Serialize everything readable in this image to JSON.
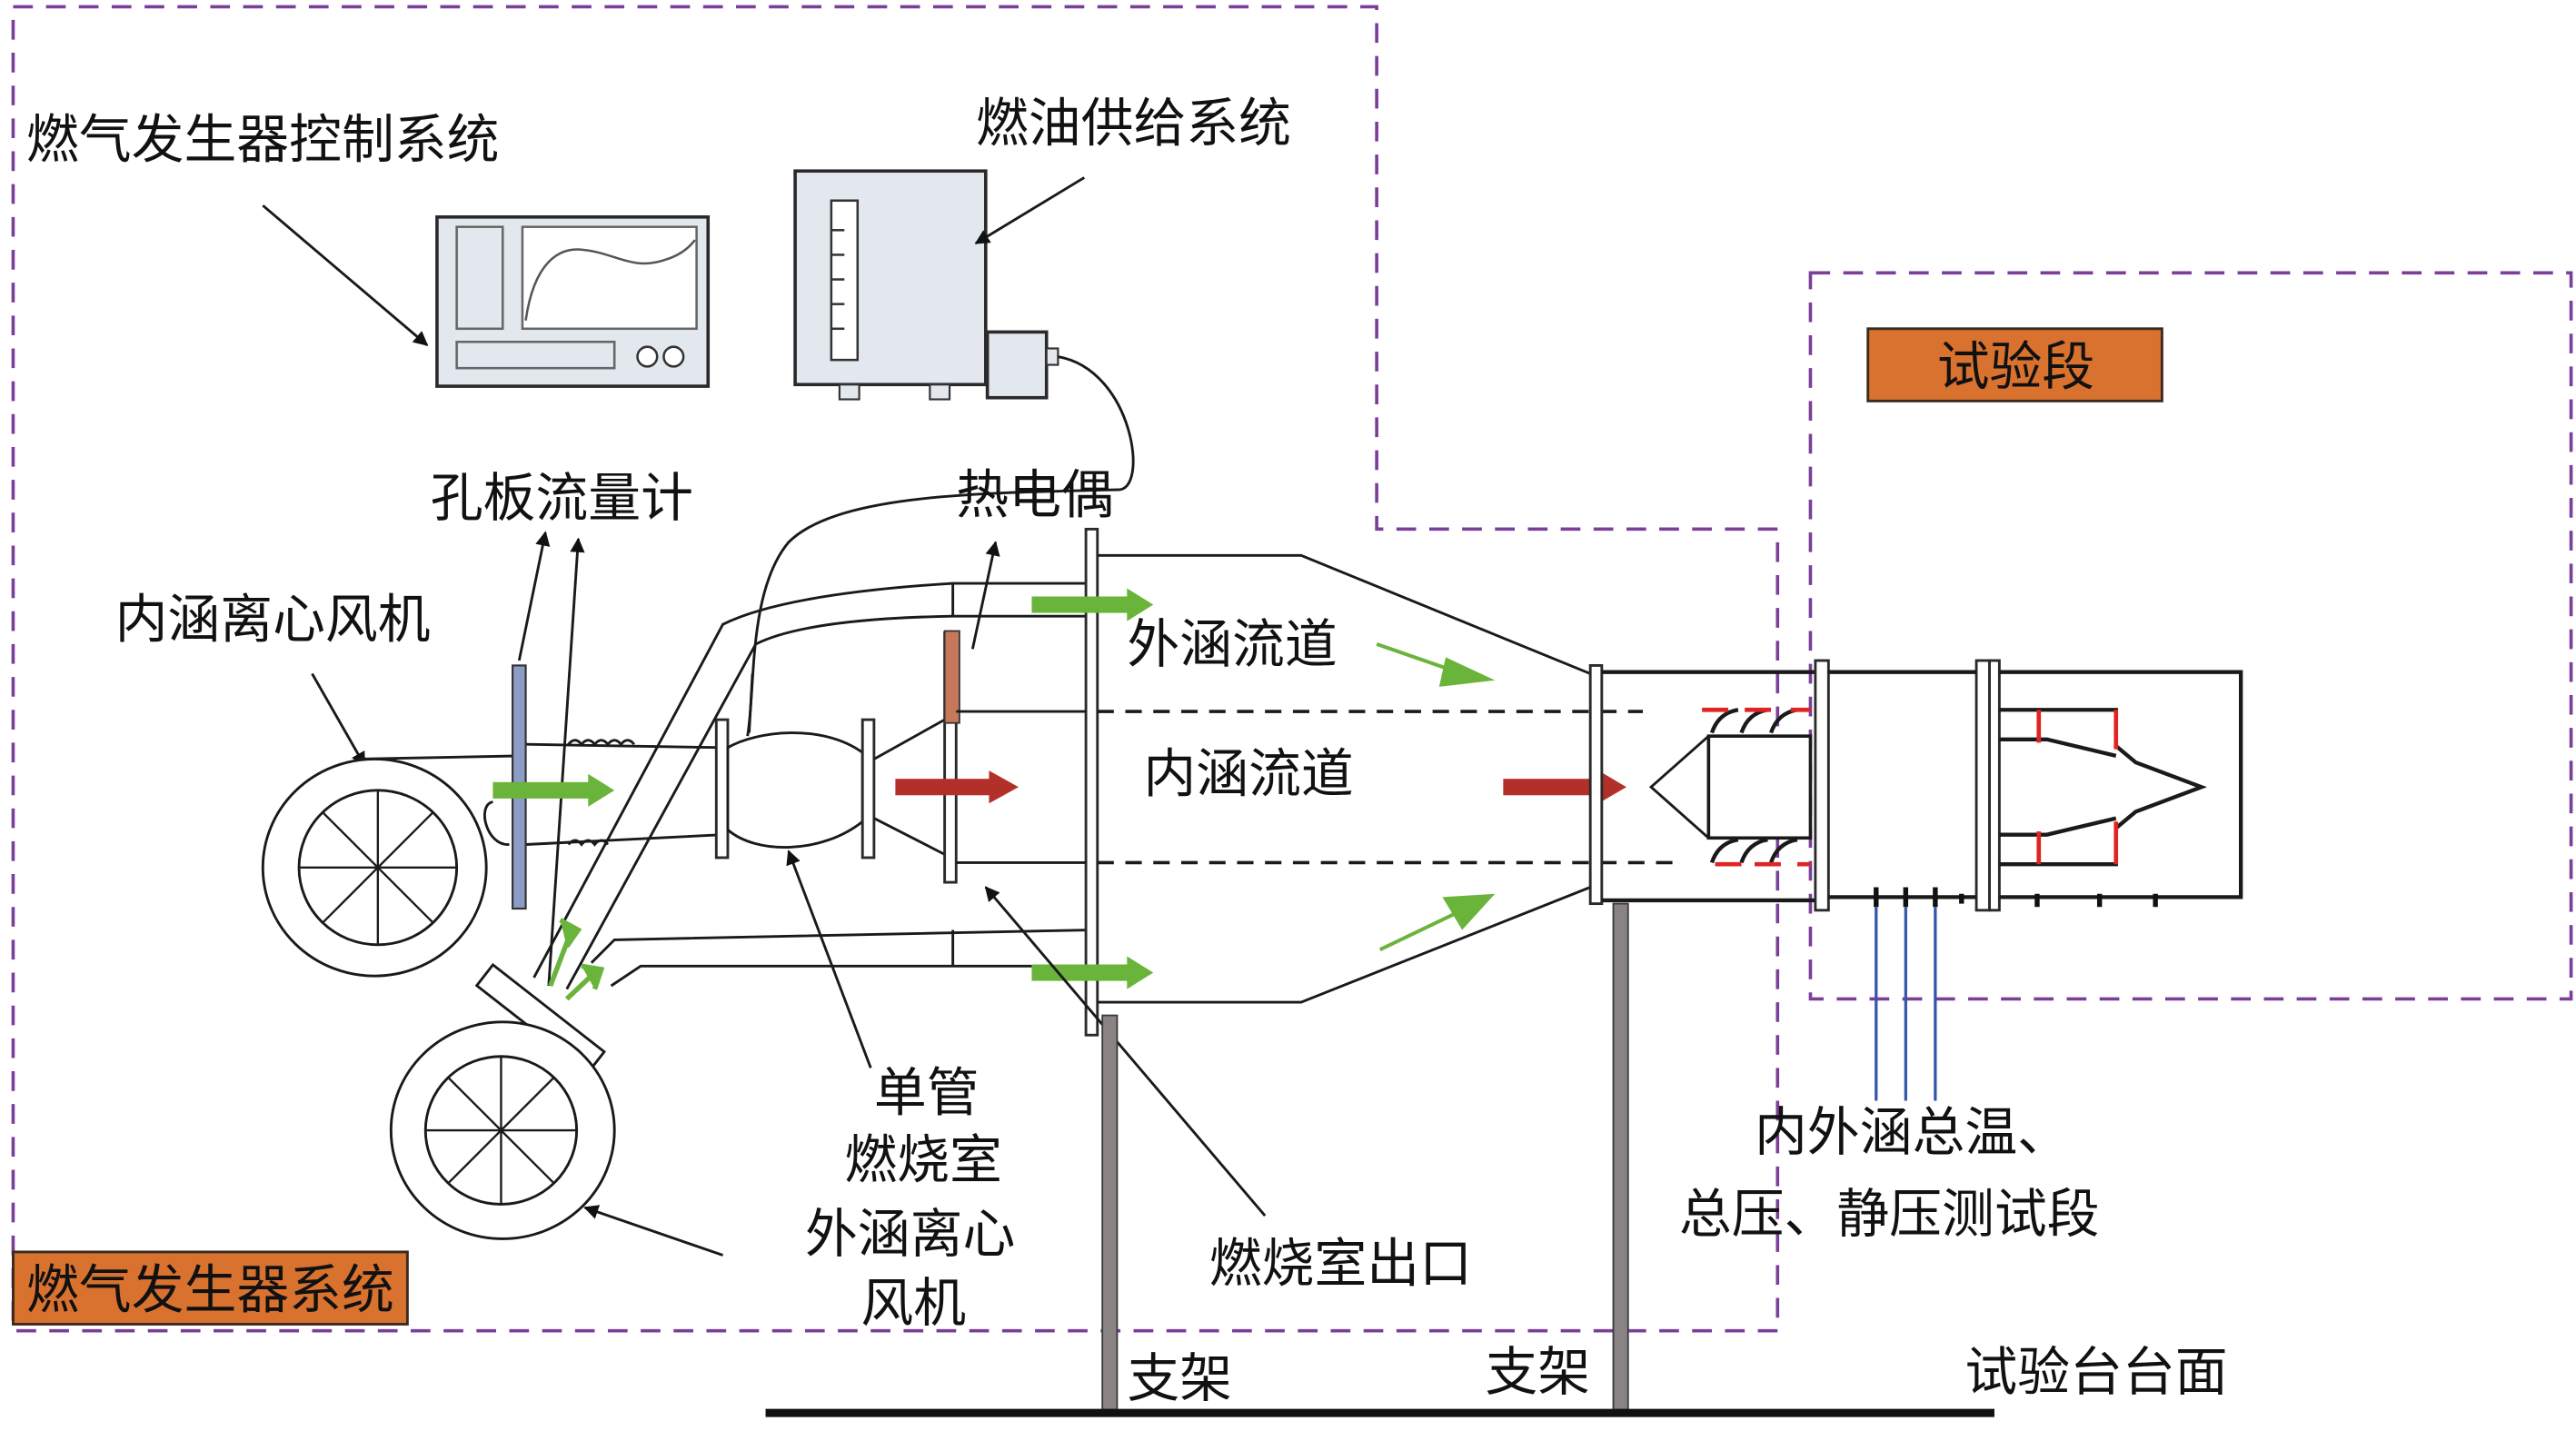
{
  "figure": {
    "title": "Gas generator and test section experimental setup schematic",
    "colors": {
      "boundary_dashed": "#7a3f98",
      "label_box": "#d9722e",
      "bypass_flow_arrow": "#6ab43c",
      "core_flow_arrow": "#b3302a",
      "orifice_plate": "#8c9cc4",
      "thermocouple": "#c8785a",
      "probe_lines": "#3355aa",
      "mixer_marks": "#e02424"
    }
  },
  "regions": {
    "gas_generator_system": "燃气发生器系统",
    "test_section": "试验段"
  },
  "labels": {
    "gas_generator_control_system": "燃气发生器控制系统",
    "fuel_supply_system": "燃油供给系统",
    "orifice_flowmeter": "孔板流量计",
    "thermocouple": "热电偶",
    "core_centrifugal_fan": "内涵离心风机",
    "bypass_duct": "外涵流道",
    "core_duct": "内涵流道",
    "single_tube_combustor_line1": "单管",
    "single_tube_combustor_line2": "燃烧室",
    "bypass_centrifugal_fan_line1": "外涵离心",
    "bypass_centrifugal_fan_line2": "风机",
    "combustor_outlet": "燃烧室出口",
    "support_left": "支架",
    "support_right": "支架",
    "test_bench_surface": "试验台台面",
    "measurement_section_line1": "内外涵总温、",
    "measurement_section_line2": "总压、静压测试段"
  }
}
